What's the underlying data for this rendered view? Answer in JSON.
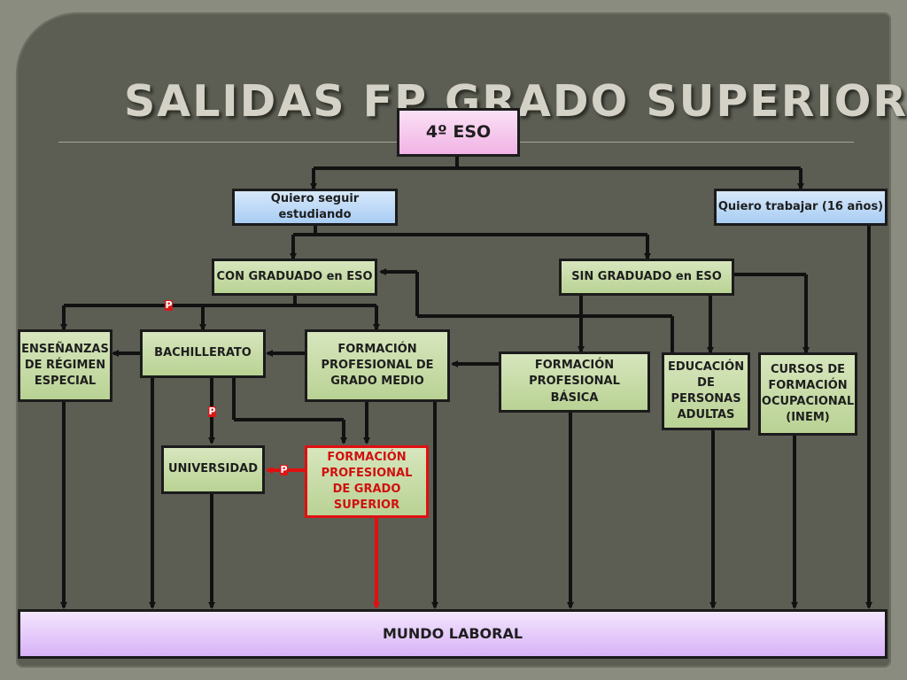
{
  "title": "SALIDAS FP GRADO SUPERIOR",
  "nodes": {
    "eso": "4º ESO",
    "seguir": "Quiero seguir estudiando",
    "trabajar": "Quiero trabajar (16 años)",
    "con_graduado": "CON GRADUADO en ESO",
    "sin_graduado": "SIN GRADUADO en ESO",
    "ensenanzas": "ENSEÑANZAS DE RÉGIMEN ESPECIAL",
    "bachillerato": "BACHILLERATO",
    "fp_medio": "FORMACIÓN PROFESIONAL DE GRADO MEDIO",
    "fp_basica": "FORMACIÓN PROFESIONAL BÁSICA",
    "adultos": "EDUCACIÓN DE PERSONAS ADULTAS",
    "cursos": "CURSOS DE FORMACIÓN OCUPACIONAL (INEM)",
    "universidad": "UNIVERSIDAD",
    "fp_superior": "FORMACIÓN PROFESIONAL DE GRADO SUPERIOR",
    "mundo_laboral": "MUNDO LABORAL"
  },
  "markers": [
    "P",
    "P",
    "P"
  ],
  "colors": {
    "highlight": "#e01010",
    "line": "#111111",
    "marker": "#d81818"
  }
}
